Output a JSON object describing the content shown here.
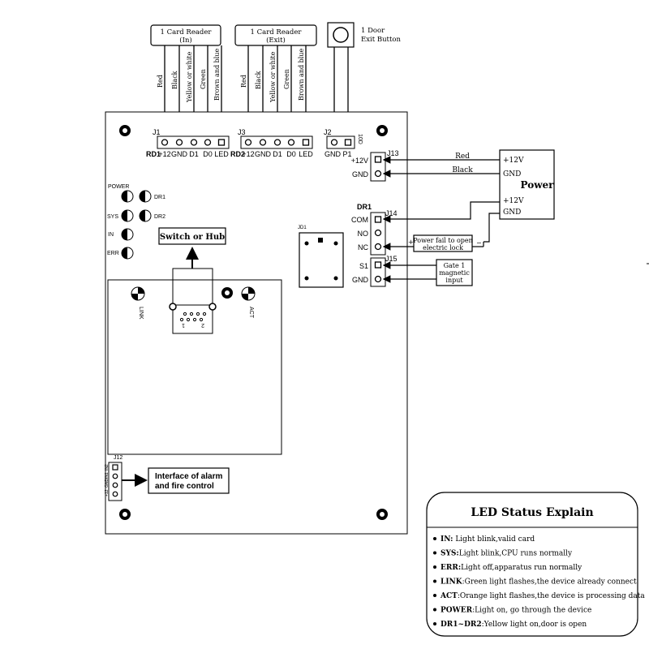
{
  "card_reader_in": {
    "line1": "1 Card Reader",
    "line2": "(In)"
  },
  "card_reader_exit": {
    "line1": "1 Card Reader",
    "line2": "(Exit)"
  },
  "exit_button": {
    "line1": "1 Door",
    "line2": "Exit Button"
  },
  "wire_colors": [
    "Red",
    "Black",
    "Yellow or white",
    "Green",
    "Brown and blue"
  ],
  "j1": {
    "name": "J1",
    "rd": "RD1",
    "pins": [
      "+12",
      "GND",
      "D1",
      "D0",
      "LED"
    ]
  },
  "j3": {
    "name": "J3",
    "rd": "RD2",
    "pins": [
      "+12",
      "GND",
      "D1",
      "D0",
      "LED"
    ]
  },
  "j2": {
    "name": "J2",
    "pins": [
      "GND",
      "P1"
    ],
    "side": "10D"
  },
  "j13": {
    "name": "J13",
    "pins": [
      "+12V",
      "GND"
    ],
    "wire_red": "Red",
    "wire_black": "Black"
  },
  "power": {
    "title": "Power",
    "p1": "+12V",
    "g1": "GND",
    "p2": "+12V",
    "g2": "GND"
  },
  "j14": {
    "group": "DR1",
    "name": "J14",
    "pins": [
      "COM",
      "NO",
      "NC"
    ]
  },
  "lock_box": {
    "line1": "Power fail to open",
    "line2": "electric lock",
    "plus": "+",
    "minus": "−"
  },
  "j15": {
    "name": "J15",
    "pins": [
      "S1",
      "GND"
    ]
  },
  "gate_box": {
    "line1": "Gate 1",
    "line2": "magnetic",
    "line3": "input"
  },
  "jd1": "JD1",
  "leds": {
    "power": "POWER",
    "dr1": "DR1",
    "sys": "SYS",
    "dr2": "DR2",
    "in": "IN",
    "err": "ERR"
  },
  "switch_hub": "Switch or Hub",
  "rj45": {
    "link": "LINK",
    "act": "ACT",
    "pin1": "1",
    "pin2": "2"
  },
  "j12": {
    "name": "J12",
    "pins": [
      "+12",
      "GND",
      "IN1",
      "IN2"
    ]
  },
  "alarm_box": {
    "line1": "Interface of alarm",
    "line2": "and fire control"
  },
  "led_status": {
    "title": "LED Status Explain",
    "items": [
      {
        "key": "IN:",
        "text": " Light blink,valid card"
      },
      {
        "key": "SYS:",
        "text": "Light blink,CPU runs normally"
      },
      {
        "key": "ERR:",
        "text": "Light off,apparatus run normally"
      },
      {
        "key": "LINK",
        "text": ":Green light flashes,the device already connect"
      },
      {
        "key": "ACT",
        "text": ":Orange light flashes,the device is processing data"
      },
      {
        "key": "POWER",
        "text": ":Light on, go through the device"
      },
      {
        "key": "DR1~DR2",
        "text": ":Yellow light on,door is open"
      }
    ]
  }
}
